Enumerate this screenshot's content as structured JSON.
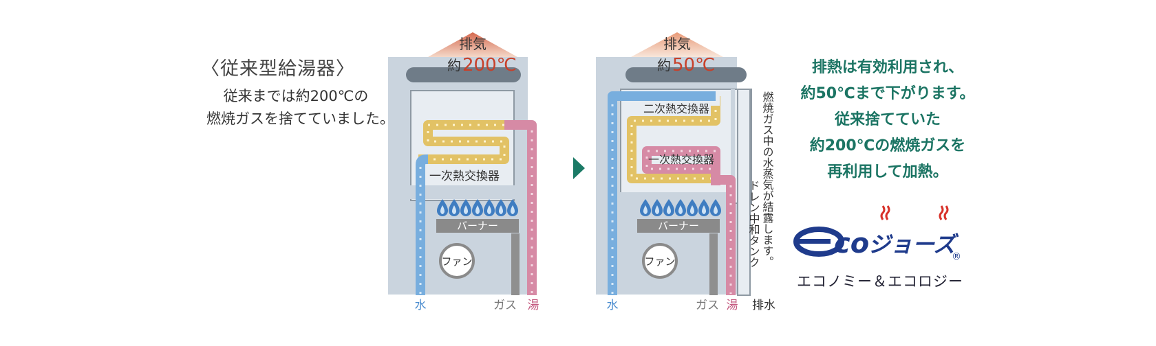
{
  "legacy": {
    "title": "〈従来型給湯器〉",
    "desc": [
      "従来までは約200℃の",
      "燃焼ガスを捨てていました。"
    ],
    "exhaust_label": "排気",
    "exhaust_temp_prefix": "約",
    "exhaust_temp": "200℃",
    "hx_primary": "一次熱交換器",
    "burner": "バーナー",
    "fan": "ファン",
    "water": "水",
    "gas": "ガス",
    "hot_water": "湯"
  },
  "eco": {
    "exhaust_label": "排気",
    "exhaust_temp_prefix": "約",
    "exhaust_temp": "50℃",
    "hx_secondary": "二次熱交換器",
    "hx_primary": "一次熱交換器",
    "burner": "バーナー",
    "fan": "ファン",
    "water": "水",
    "gas": "ガス",
    "hot_water": "湯",
    "drain": "排水",
    "condense_note": "燃焼ガス中の水蒸気が結露します。",
    "drain_tank": "ドレン中和タンク"
  },
  "eco_desc": [
    "排熱は有効利用され、",
    "約50℃まで下がります。",
    "従来捨てていた",
    "約200℃の燃焼ガスを",
    "再利用して加熱。"
  ],
  "logo": {
    "name": "ecoジョーズ",
    "registered": "®",
    "subtitle": "エコノミー＆エコロジー"
  },
  "colors": {
    "water": "#78aede",
    "hot": "#d68aa5",
    "heat_path": "#e2c265",
    "gas": "#8f8f8f",
    "housing": "#cad4de",
    "arrow": "#1b7a66",
    "exhaust": "#d9735c"
  }
}
